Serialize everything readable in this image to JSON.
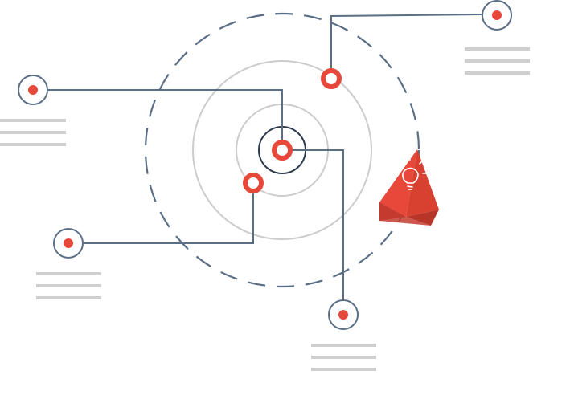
{
  "colors": {
    "accent": "#e8483a",
    "accent_dark": "#c33a2e",
    "line": "#5a6f85",
    "ring": "#cccccc",
    "center_ring": "#2e3a4f",
    "placeholder_text": "#cfcfcf",
    "background": "#ffffff"
  },
  "diagram": {
    "center_node": {
      "icon": "target-center"
    },
    "inner_nodes": [
      {
        "id": "inner-top",
        "icon": "ring-node"
      },
      {
        "id": "inner-left",
        "icon": "ring-node"
      }
    ],
    "outer_nodes": [
      {
        "id": "top-right",
        "icon": "dot-node",
        "text_lines": 3
      },
      {
        "id": "left-upper",
        "icon": "dot-node",
        "text_lines": 3
      },
      {
        "id": "left-lower",
        "icon": "dot-node",
        "text_lines": 3
      },
      {
        "id": "bottom",
        "icon": "dot-node",
        "text_lines": 3
      }
    ],
    "decoration": {
      "icon": "paper-plane-lightbulb-icon"
    }
  }
}
